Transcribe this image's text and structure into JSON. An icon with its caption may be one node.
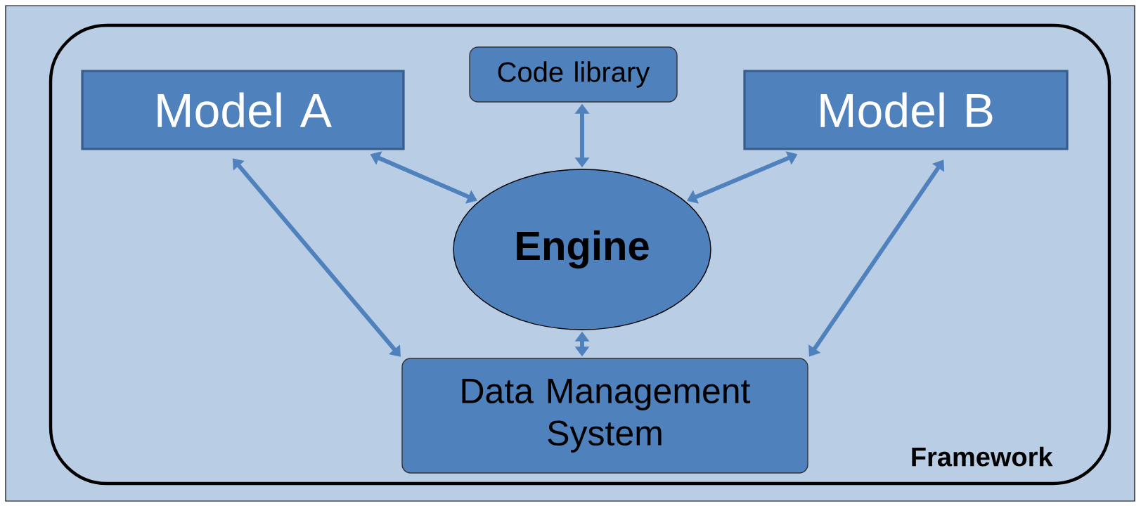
{
  "diagram": {
    "nodes": [
      {
        "text": [
          "Framework"
        ]
      },
      {
        "text": [
          "Model A"
        ],
        "in": 0
      },
      {
        "text": [
          "Code library"
        ],
        "in": 0
      },
      {
        "text": [
          "Model B"
        ],
        "in": 0
      },
      {
        "text": [
          "Engine"
        ],
        "in": 0
      },
      {
        "text": [
          "Data Management System"
        ],
        "in": 0
      }
    ],
    "edges": [
      {
        "from": 1,
        "to": 4,
        "arrow": "both"
      },
      {
        "from": 2,
        "to": 4,
        "arrow": "both"
      },
      {
        "from": 3,
        "to": 4,
        "arrow": "both"
      },
      {
        "from": 4,
        "to": 5,
        "arrow": "both"
      },
      {
        "from": 1,
        "to": 5,
        "arrow": "both"
      },
      {
        "from": 3,
        "to": 5,
        "arrow": "both"
      }
    ]
  }
}
